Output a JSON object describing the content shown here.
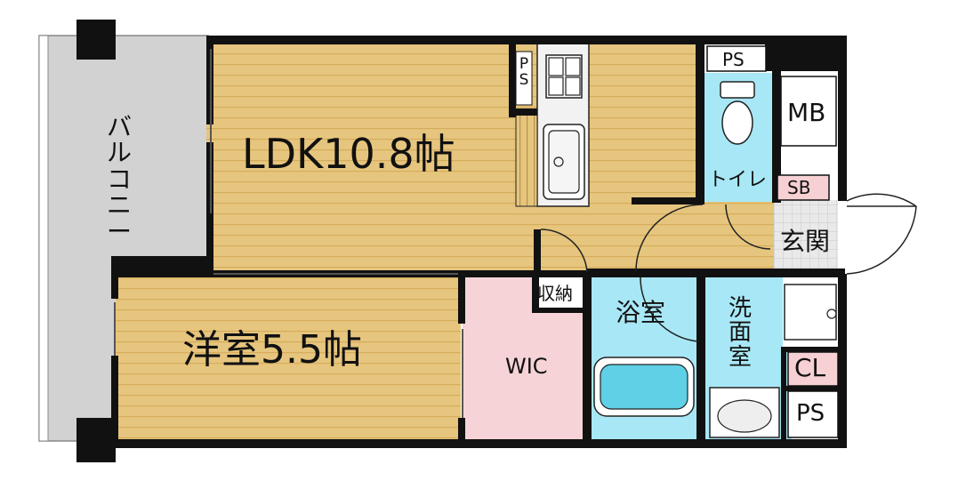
{
  "rooms": {
    "ldk": "LDK10.8帖",
    "bedroom": "洋室5.5帖",
    "balcony": "バルコニー",
    "wic": "WIC",
    "storage": "収納",
    "bath": "浴室",
    "washroom": "洗面室",
    "toilet": "トイレ",
    "entrance": "玄関"
  },
  "fixtures": {
    "ps_top": "PS",
    "ps_kitchen": "PS",
    "ps_bottom": "PS",
    "mb": "MB",
    "sb": "SB",
    "cl": "CL"
  },
  "colors": {
    "floor_wood": "#e6c57e",
    "floor_stripe": "#d5ad5b",
    "balcony": "#d2d2d2",
    "wic": "#f6d3d6",
    "wet_area": "#a8e7f5",
    "bathtub": "#5fd0e6",
    "sb_box": "#f6d0d3",
    "cl_box": "#f6d0d3",
    "wall": "#111111"
  }
}
